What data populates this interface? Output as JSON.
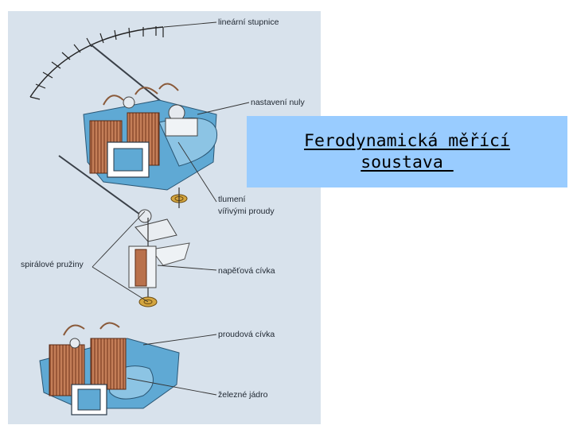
{
  "title": "Ferodynamická měřící\nsoustava ",
  "labels": {
    "linear_scale": "lineární stupnice",
    "zero_adjust": "nastavení nuly",
    "damping_line1": "tlumení",
    "damping_line2": "vířivými proudy",
    "spiral_springs": "spirálové pružiny",
    "voltage_coil": "napěťová cívka",
    "current_coil": "proudová cívka",
    "iron_core": "železné jádro"
  },
  "colors": {
    "figure_background": "#d8e2ec",
    "title_box": "#99ccff",
    "core_blue": "#5fa9d4",
    "coil_copper": "#b9714c"
  }
}
